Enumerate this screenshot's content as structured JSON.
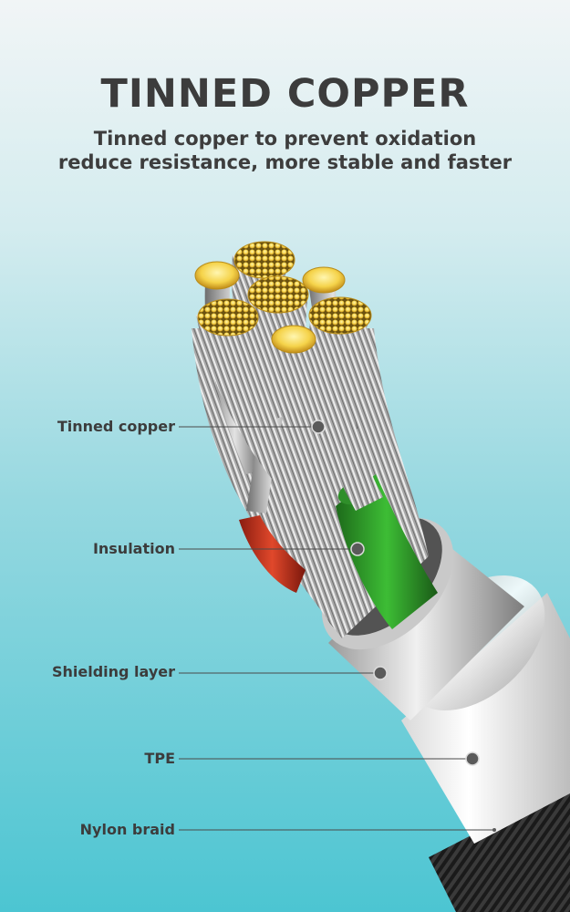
{
  "heading": {
    "title": "TINNED COPPER",
    "subtitle_line1": "Tinned copper to prevent oxidation",
    "subtitle_line2": "reduce resistance, more stable and faster"
  },
  "callouts": [
    {
      "label": "Tinned copper"
    },
    {
      "label": "Insulation"
    },
    {
      "label": "Shielding layer"
    },
    {
      "label": "TPE"
    },
    {
      "label": "Nylon braid"
    }
  ]
}
